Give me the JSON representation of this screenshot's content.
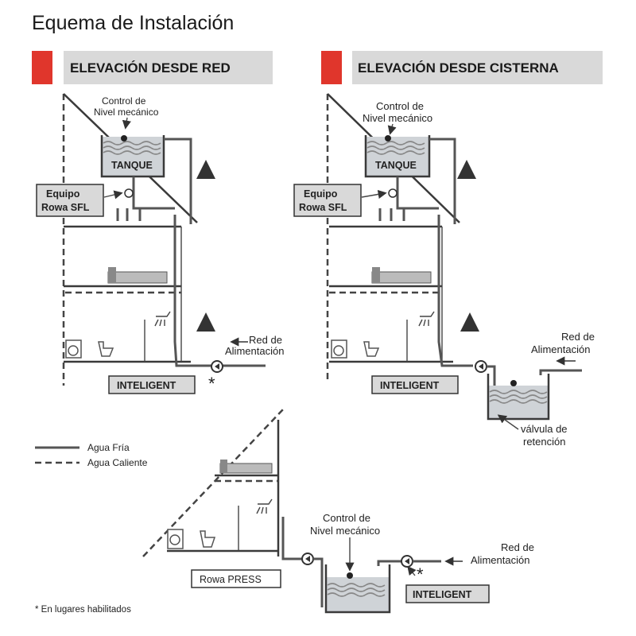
{
  "title": "Equema de Instalación",
  "sections": {
    "red": {
      "header": "ELEVACIÓN DESDE RED"
    },
    "cisterna": {
      "header": "ELEVACIÓN DESDE CISTERNA"
    }
  },
  "labels": {
    "control_nivel_line1": "Control de",
    "control_nivel_line2": "Nivel mecánico",
    "tanque": "TANQUE",
    "equipo_line1": "Equipo",
    "equipo_line2": "Rowa SFL",
    "red_alim_line1": "Red de",
    "red_alim_line2": "Alimentación",
    "inteligent": "INTELIGENT",
    "asterisk": "*",
    "valvula_line1": "válvula de",
    "valvula_line2": "retención",
    "rowa_press": "Rowa PRESS"
  },
  "legend": {
    "cold": "Agua Fría",
    "hot": "Agua Caliente"
  },
  "footnote": "* En lugares habilitados",
  "colors": {
    "accent": "#e0362c",
    "header_bg": "#d9d9d9",
    "pipe": "#555555"
  },
  "icons": [
    "arrow-up-icon",
    "arrow-left-icon",
    "pump-icon",
    "shower-icon",
    "washer-icon",
    "toilet-icon",
    "bed-icon"
  ]
}
